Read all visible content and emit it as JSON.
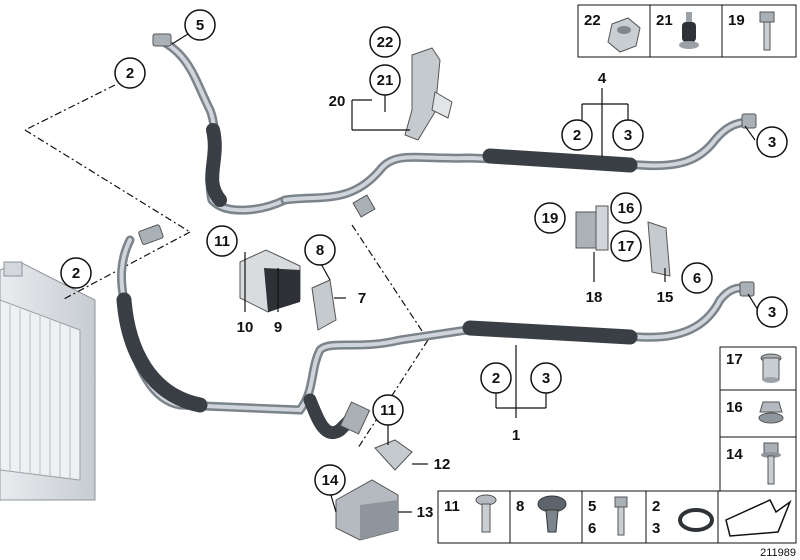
{
  "diagram": {
    "id_label": "211989",
    "callouts": {
      "c5": "5",
      "c2_top": "2",
      "c22_bracket": "22",
      "c21_bracket": "21",
      "c20": "20",
      "c4": "4",
      "c2_upper": "2",
      "c3_upper": "3",
      "c3_right_upper": "3",
      "c2_left": "2",
      "c11_left": "11",
      "c8": "8",
      "c7": "7",
      "c10": "10",
      "c9": "9",
      "c19_mid": "19",
      "c16_mid": "16",
      "c17_mid": "17",
      "c18": "18",
      "c15": "15",
      "c6": "6",
      "c3_right_lower": "3",
      "c2_lower": "2",
      "c3_lower": "3",
      "c1": "1",
      "c11_bottom": "11",
      "c12": "12",
      "c14_bottom": "14",
      "c13": "13"
    },
    "parts_table_top": [
      {
        "num": "22",
        "part": "hex-nut"
      },
      {
        "num": "21",
        "part": "rubber-mount"
      },
      {
        "num": "19",
        "part": "hex-bolt"
      }
    ],
    "parts_table_right": [
      {
        "num": "17",
        "part": "spacer-sleeve"
      },
      {
        "num": "16",
        "part": "flange-nut"
      },
      {
        "num": "14",
        "part": "collar-bolt"
      }
    ],
    "parts_table_bottom": [
      {
        "num": "11",
        "part": "screw"
      },
      {
        "num": "8",
        "part": "expanding-rivet"
      },
      {
        "num_a": "5",
        "num_b": "6",
        "part": "bolt"
      },
      {
        "num_a": "2",
        "num_b": "3",
        "part": "o-ring"
      }
    ]
  }
}
